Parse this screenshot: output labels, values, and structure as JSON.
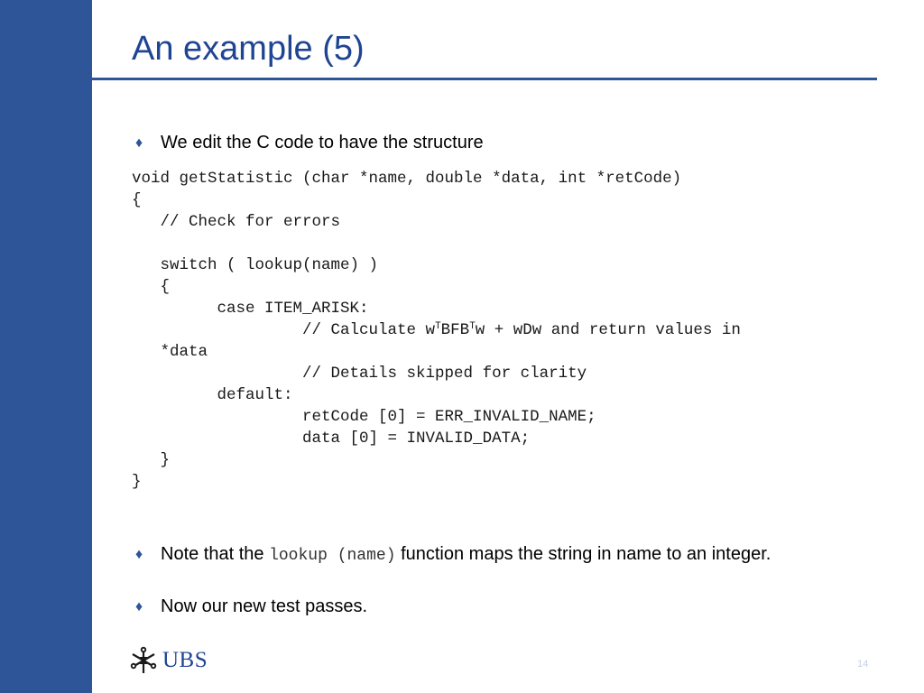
{
  "slide": {
    "title": "An example (5)",
    "bullets": [
      {
        "text": "We edit the C code to have the structure"
      },
      {
        "before": "Note that the ",
        "code": "lookup (name)",
        "after": " function maps the string in name to an integer."
      },
      {
        "text": "Now our new test passes."
      }
    ],
    "bullet_marker": "♦",
    "code_lines": [
      "void getStatistic (char *name, double *data, int *retCode)",
      "{",
      "   // Check for errors",
      "",
      "   switch ( lookup(name) )",
      "   {",
      "         case ITEM_ARISK:",
      "                  // Calculate w",
      "T",
      "BFB",
      "T",
      "w + wDw and return values in",
      "   *data",
      "                  // Details skipped for clarity",
      "         default:",
      "                  retCode [0] = ERR_INVALID_NAME;",
      "                  data [0] = INVALID_DATA;",
      "   }",
      "}"
    ],
    "logo_text": "UBS",
    "page_number": "14"
  },
  "colors": {
    "side_bar": "#2e5597",
    "title": "#1f4592",
    "rule": "#2e5597",
    "text": "#000000"
  },
  "icons": {
    "logo": "three-keys-icon",
    "bullet": "diamond-bullet-icon"
  }
}
